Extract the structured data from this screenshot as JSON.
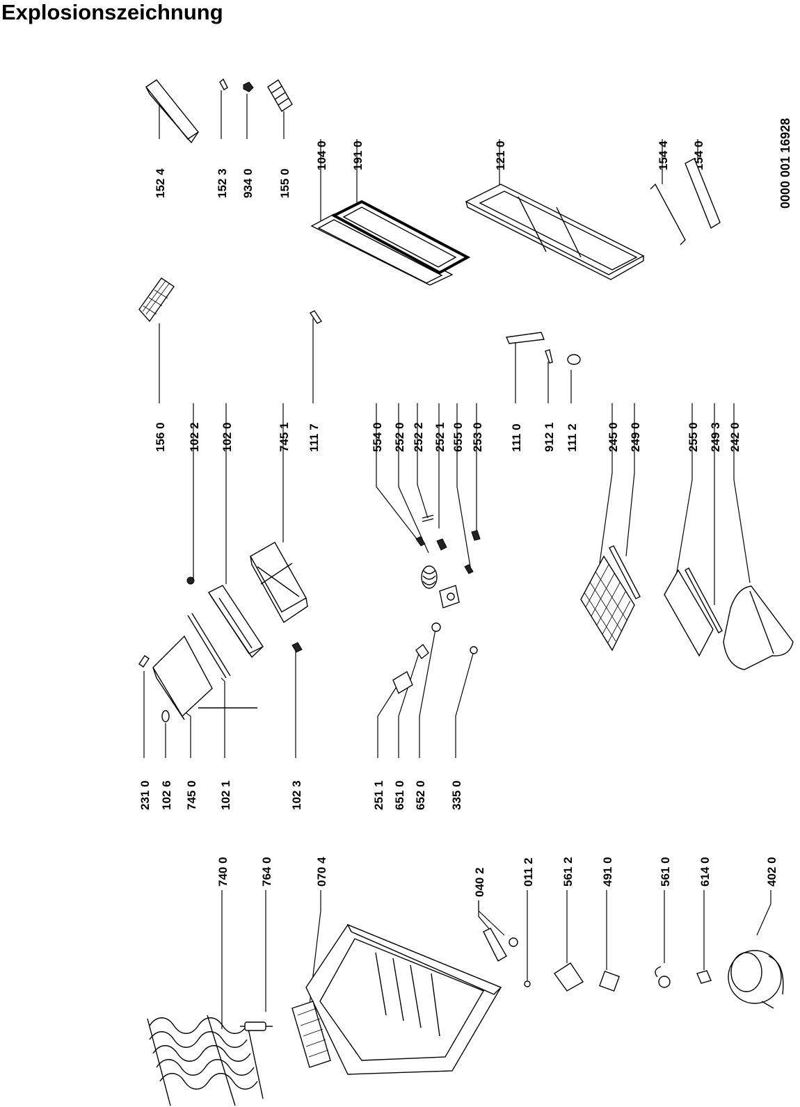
{
  "title": "Explosionszeichnung",
  "document_number": "0000 001 16928",
  "labels": {
    "l1524": "152 4",
    "l1523": "152 3",
    "l9340": "934 0",
    "l1550": "155 0",
    "l1040": "104 0",
    "l1910": "191 0",
    "l1210": "121 0",
    "l1544": "154 4",
    "l1540": "154 0",
    "l1560": "156 0",
    "l1022": "102 2",
    "l1020": "102 0",
    "l7451": "745 1",
    "l1117": "111 7",
    "l5540": "554 0",
    "l2520": "252 0",
    "l2522": "252 2",
    "l2521": "252 1",
    "l6550": "655 0",
    "l2530": "253 0",
    "l1110": "111 0",
    "l9121": "912 1",
    "l1112": "111 2",
    "l2450": "245 0",
    "l2490": "249 0",
    "l2550": "255 0",
    "l2493": "249 3",
    "l2420": "242 0",
    "l2310": "231 0",
    "l1026": "102 6",
    "l7450": "745 0",
    "l1021": "102 1",
    "l1023": "102 3",
    "l2511": "251 1",
    "l6510": "651 0",
    "l6520": "652 0",
    "l3350": "335 0",
    "l7400": "740 0",
    "l7640": "764 0",
    "l0704": "070 4",
    "l0402": "040 2",
    "l0112": "011 2",
    "l5612": "561 2",
    "l4910": "491 0",
    "l5610": "561 0",
    "l6140": "614 0",
    "l4020": "402 0"
  }
}
